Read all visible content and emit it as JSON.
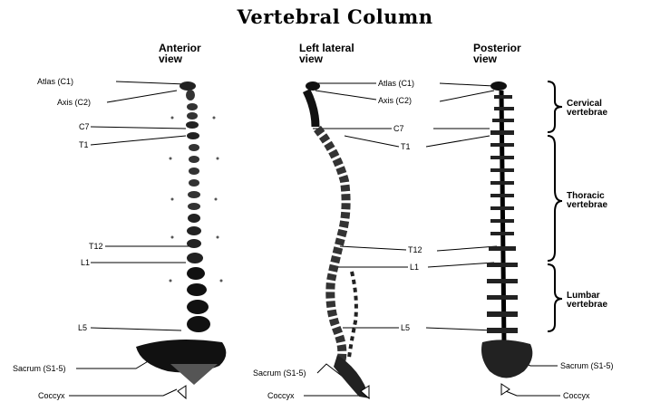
{
  "title": "Vertebral Column",
  "views": {
    "anterior": [
      "Anterior",
      "view"
    ],
    "lateral": [
      "Left lateral",
      "view"
    ],
    "posterior": [
      "Posterior",
      "view"
    ]
  },
  "labels": {
    "anterior": [
      "Atlas (C1)",
      "Axis (C2)",
      "C7",
      "T1",
      "T12",
      "L1",
      "L5",
      "Sacrum (S1-5)",
      "Coccyx"
    ],
    "lateral": [
      "Atlas (C1)",
      "Axis (C2)",
      "C7",
      "T1",
      "T12",
      "L1",
      "L5",
      "Sacrum (S1-5)",
      "Coccyx"
    ],
    "posterior": [
      "Sacrum (S1-5)",
      "Coccyx"
    ]
  },
  "groups": {
    "cervical": [
      "Cervical",
      "vertebrae"
    ],
    "thoracic": [
      "Thoracic",
      "vertebrae"
    ],
    "lumbar": [
      "Lumbar",
      "vertebrae"
    ]
  }
}
